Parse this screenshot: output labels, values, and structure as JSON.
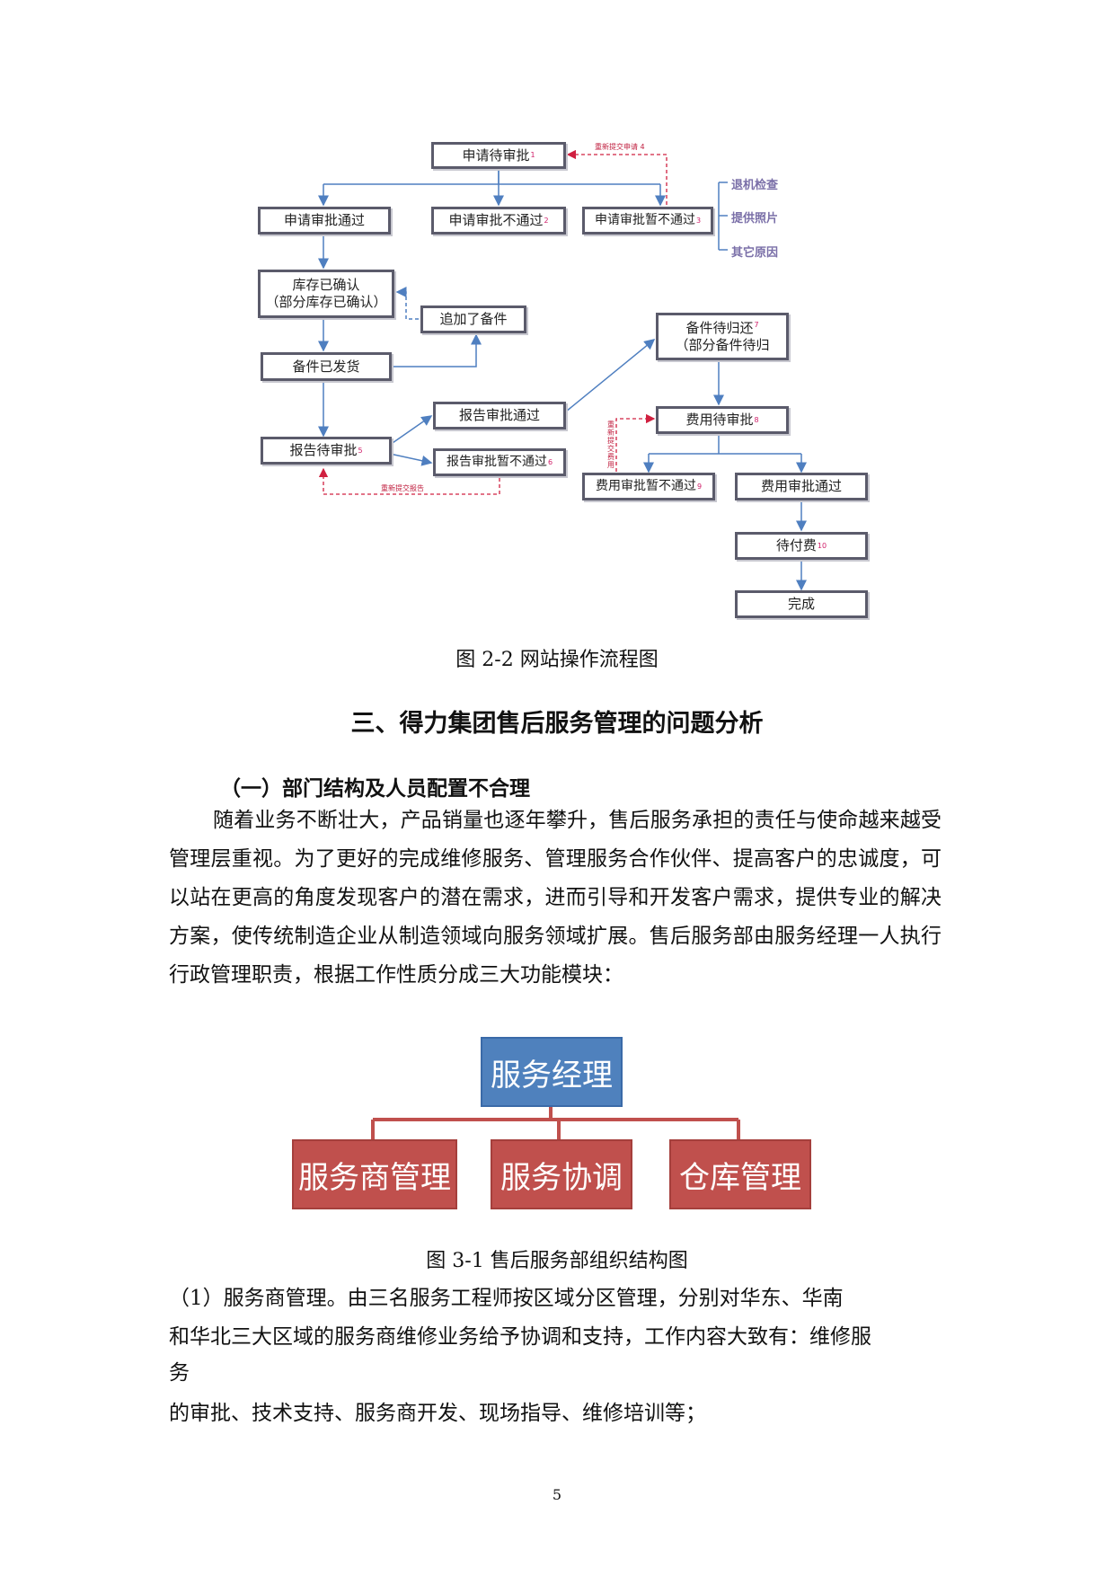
{
  "flowchart": {
    "boxes": {
      "apply_pending": {
        "label": "申请待审批",
        "num": "1"
      },
      "apply_pass": {
        "label": "申请审批通过",
        "num": ""
      },
      "apply_fail": {
        "label": "申请审批不通过",
        "num": "2"
      },
      "apply_hold": {
        "label": "申请审批暂不通过",
        "num": "3"
      },
      "stock_confirmed": {
        "line1": "库存已确认",
        "line2": "（部分库存已确认）"
      },
      "added_parts": {
        "label": "追加了备件"
      },
      "parts_shipped": {
        "label": "备件已发货"
      },
      "report_pending": {
        "label": "报告待审批",
        "num": "5"
      },
      "report_pass": {
        "label": "报告审批通过"
      },
      "report_hold": {
        "label": "报告审批暂不通过",
        "num": "6"
      },
      "parts_returned": {
        "line1": "备件待归还",
        "num": "7",
        "line2": "（部分备件待归"
      },
      "fee_pending": {
        "label": "费用待审批",
        "num": "8"
      },
      "fee_hold": {
        "label": "费用审批暂不通过",
        "num": "9"
      },
      "fee_pass": {
        "label": "费用审批通过"
      },
      "await_payment": {
        "label": "待付费",
        "num": "10"
      },
      "done": {
        "label": "完成"
      }
    },
    "side_labels": [
      "退机检查",
      "提供照片",
      "其它原因"
    ],
    "resubmit_apply": "重新提交申请 4",
    "resubmit_report": "重新提交报告",
    "resubmit_fee": "重新提交费用"
  },
  "figure1_caption": "图 2-2  网站操作流程图",
  "section_title": "三、得力集团售后服务管理的问题分析",
  "subsection_title": "（一）部门结构及人员配置不合理",
  "paragraph1": "随着业务不断壮大，产品销量也逐年攀升，售后服务承担的责任与使命越来越受管理层重视。为了更好的完成维修服务、管理服务合作伙伴、提高客户的忠诚度，可以站在更高的角度发现客户的潜在需求，进而引导和开发客户需求，提供专业的解决方案，使传统制造企业从制造领域向服务领域扩展。售后服务部由服务经理一人执行行政管理职责，根据工作性质分成三大功能模块：",
  "org_chart": {
    "top": "服务经理",
    "children": [
      "服务商管理",
      "服务协调",
      "仓库管理"
    ],
    "colors": {
      "top": "#4f81bd",
      "child": "#c0504d",
      "connector": "#c0504d"
    }
  },
  "figure2_caption": "图 3-1  售后服务部组织结构图",
  "item1_lines": [
    "（1）服务商管理。由三名服务工程师按区域分区管理，分别对华东、华南",
    "和华北三大区域的服务商维修业务给予协调和支持，工作内容大致有：维修服",
    "务",
    "的审批、技术支持、服务商开发、现场指导、维修培训等；"
  ],
  "page_number": "5"
}
